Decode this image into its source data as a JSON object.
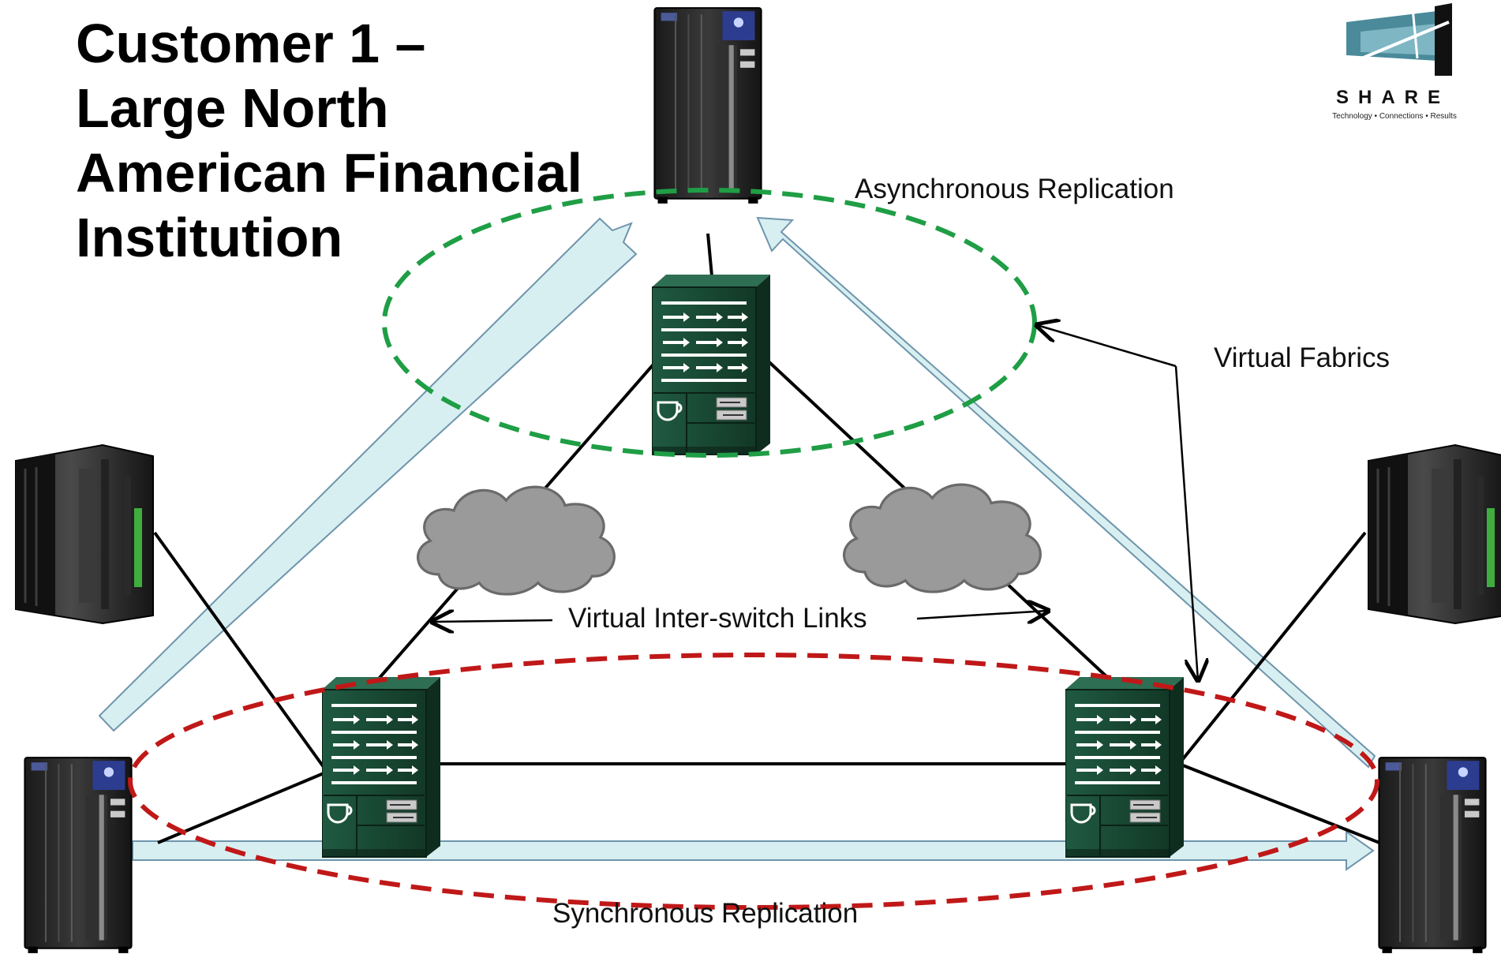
{
  "title": {
    "lines": [
      "Customer 1 –",
      "Large North",
      "American Financial",
      "Institution"
    ]
  },
  "logo": {
    "word": "SHARE",
    "tagline": "Technology • Connections • Results"
  },
  "labels": {
    "async": "Asynchronous Replication",
    "virtual_fabrics": "Virtual Fabrics",
    "isl": "Virtual Inter-switch Links",
    "sync": "Synchronous Replication"
  },
  "colors": {
    "async_fabric": "#1f9e45",
    "sync_fabric": "#c01818",
    "replication_arrow_fill": "#d4eef0",
    "replication_arrow_stroke": "#5f8aa4",
    "switch": "#1b4a36",
    "cloud": "#9a9a9a"
  },
  "icons": {
    "storage": "storage-array-icon",
    "mainframe": "mainframe-server-icon",
    "switch": "san-director-switch-icon",
    "cloud": "wan-cloud-icon"
  }
}
